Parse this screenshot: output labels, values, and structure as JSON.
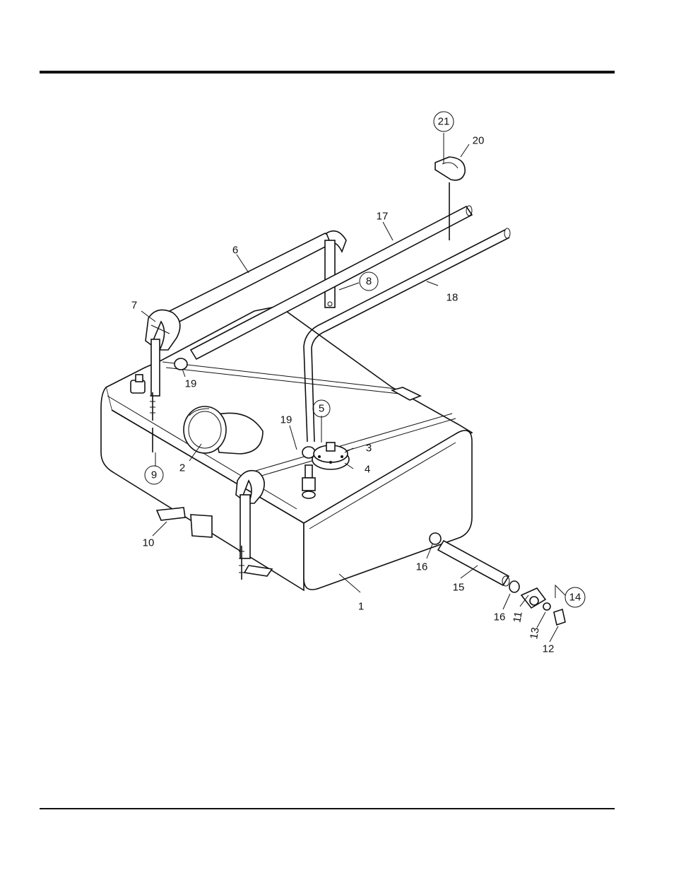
{
  "diagram": {
    "labels": {
      "p1": "1",
      "p2": "2",
      "p3": "3",
      "p4": "4",
      "p5": "5",
      "p6": "6",
      "p7": "7",
      "p8": "8",
      "p9": "9",
      "p10": "10",
      "p11": "11",
      "p12": "12",
      "p13": "13",
      "p14": "14",
      "p15": "15",
      "p16a": "16",
      "p16b": "16",
      "p17": "17",
      "p18": "18",
      "p19a": "19",
      "p19b": "19",
      "p20": "20",
      "p21": "21"
    },
    "circled_labels": [
      "5",
      "8",
      "9",
      "14",
      "21"
    ]
  }
}
